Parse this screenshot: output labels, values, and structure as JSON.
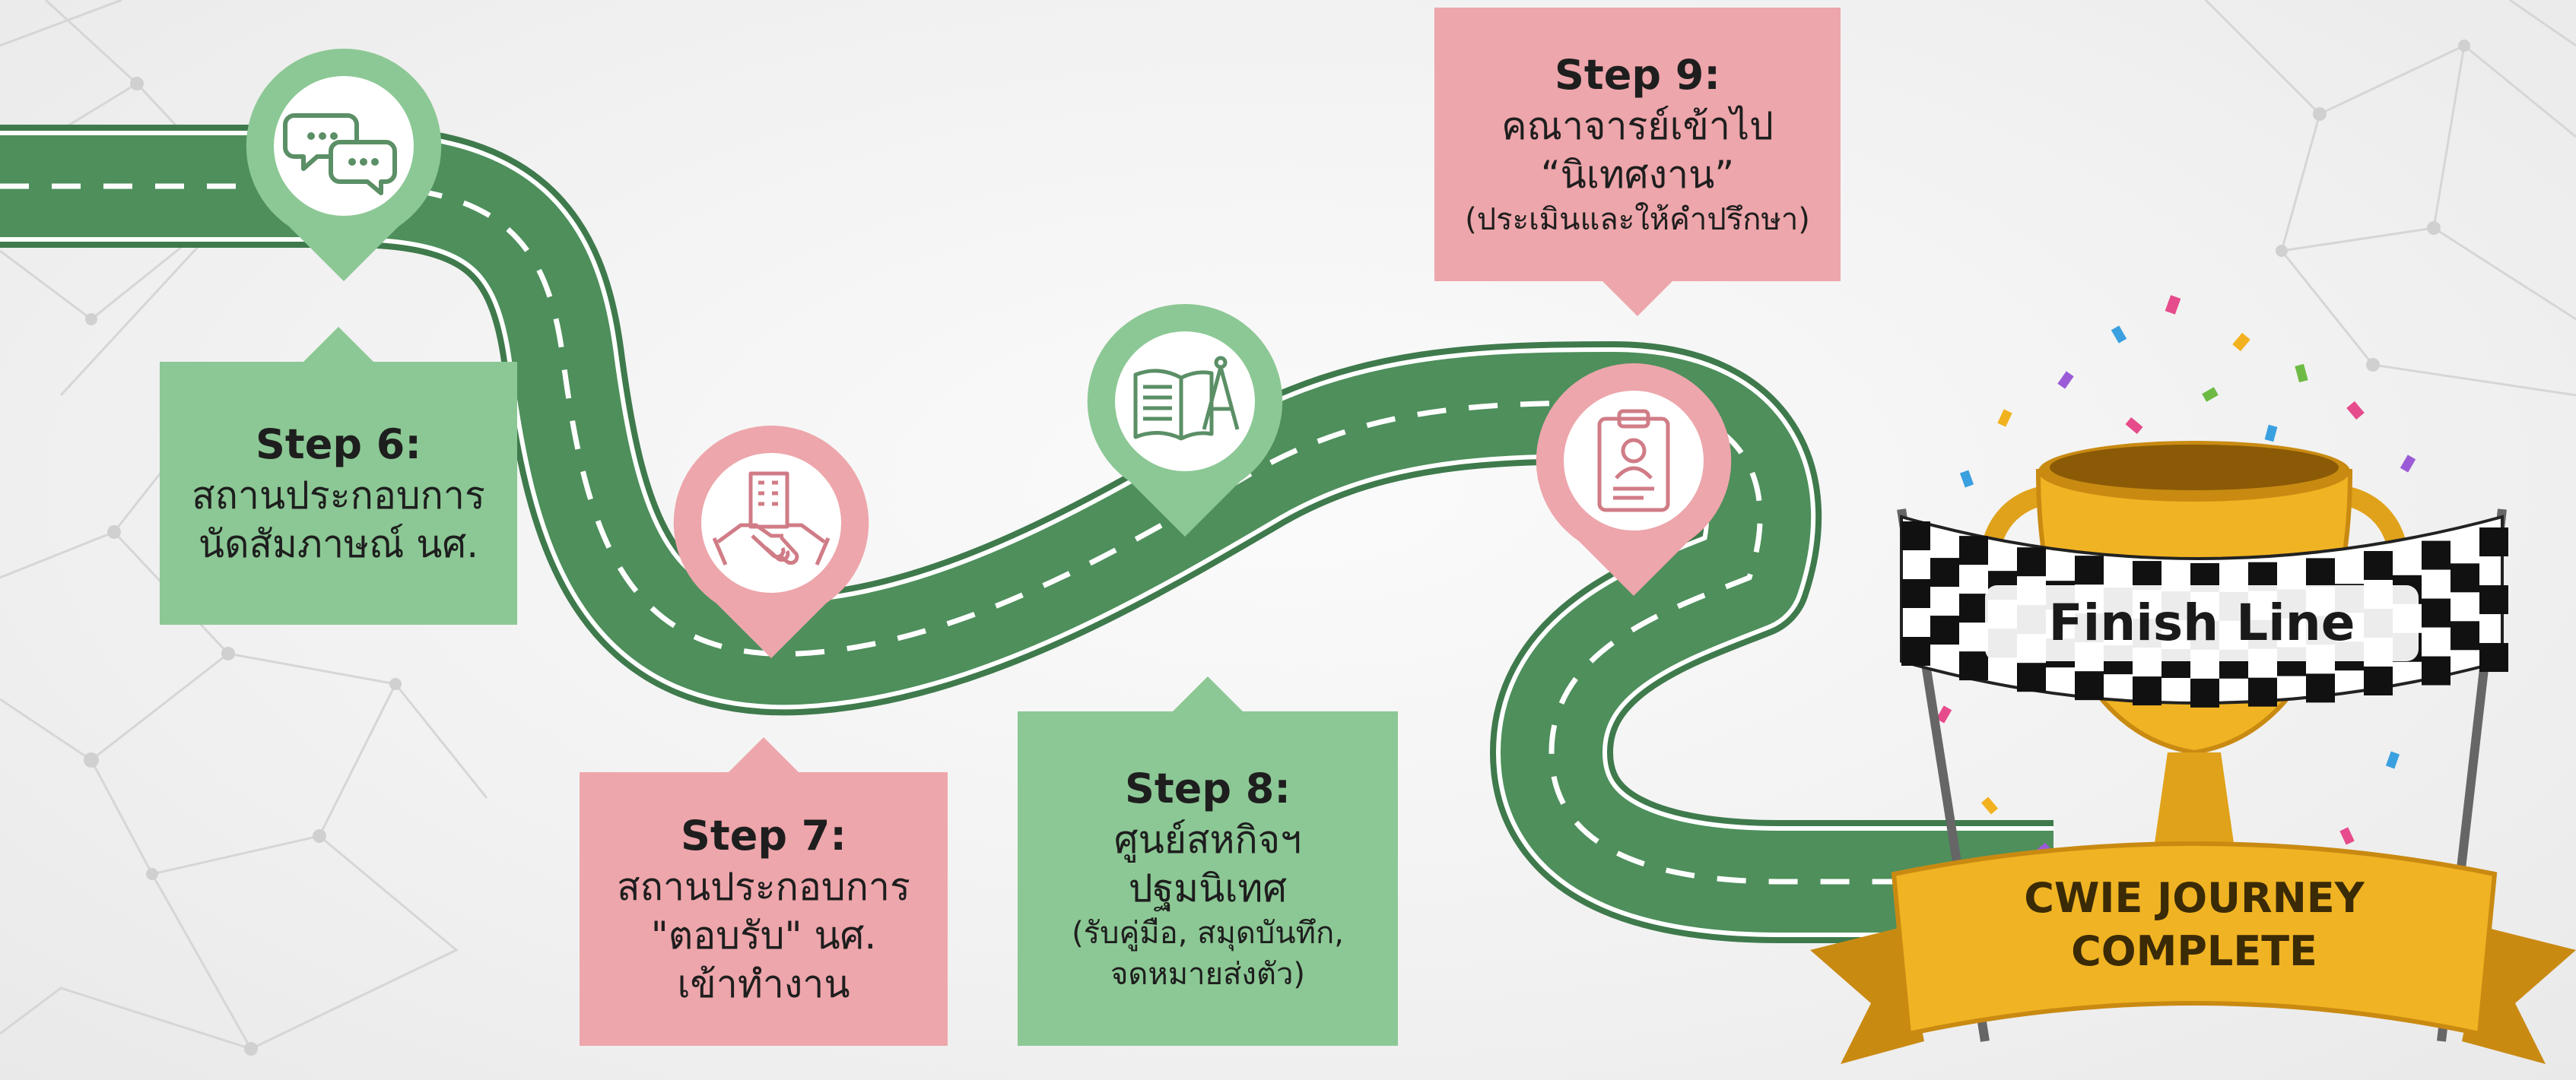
{
  "steps": [
    {
      "id": "step6",
      "title": "Step 6:",
      "lines": [
        "สถานประกอบการ",
        "นัดสัมภาษณ์ นศ."
      ],
      "color": "#8cc895",
      "icon": "chat-bubbles-icon"
    },
    {
      "id": "step7",
      "title": "Step 7:",
      "lines": [
        "สถานประกอบการ",
        "\"ตอบรับ\" นศ.",
        "เข้าทำงาน"
      ],
      "color": "#eda6ab",
      "icon": "handshake-building-icon"
    },
    {
      "id": "step8",
      "title": "Step 8:",
      "lines": [
        "ศูนย์สหกิจฯ",
        "ปฐมนิเทศ"
      ],
      "note": "(รับคู่มือ, สมุดบันทึก,",
      "note2": "จดหมายส่งตัว)",
      "color": "#8cc895",
      "icon": "book-compass-icon"
    },
    {
      "id": "step9",
      "title": "Step 9:",
      "lines": [
        "คณาจารย์เข้าไป",
        "“นิเทศงาน”"
      ],
      "note": "(ประเมินและให้คำปรึกษา)",
      "color": "#eda6ab",
      "icon": "clipboard-profile-icon"
    }
  ],
  "finish": {
    "banner": "Finish Line",
    "ribbon_line1": "CWIE JOURNEY",
    "ribbon_line2": "COMPLETE"
  },
  "colors": {
    "road": "#4e8f5c",
    "road_edge": "#3f7a4c",
    "green": "#8cc895",
    "pink": "#eda6ab",
    "gold": "#f0b323"
  }
}
